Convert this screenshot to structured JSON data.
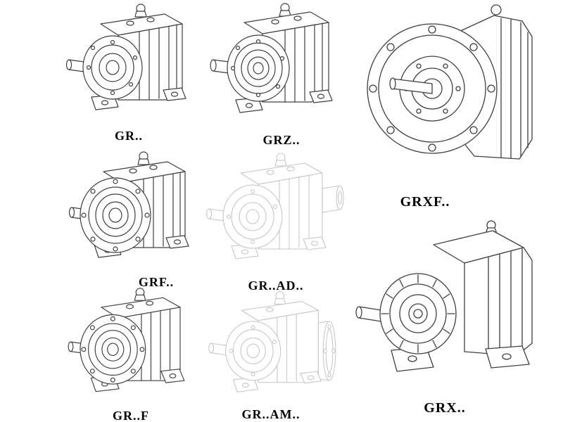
{
  "page": {
    "background": "#ffffff",
    "description_colors": {
      "line": "#3f3f3f",
      "line_faint": "#c6c6c6",
      "label": "#000000"
    }
  },
  "catalog": {
    "items": [
      {
        "label": "GR.."
      },
      {
        "label": "GRZ.."
      },
      {
        "label": "GRXF.."
      },
      {
        "label": "GRF.."
      },
      {
        "label": "GR..AD.."
      },
      {
        "label": "GRX.."
      },
      {
        "label": "GR..F"
      },
      {
        "label": "GR..AM.."
      }
    ]
  }
}
